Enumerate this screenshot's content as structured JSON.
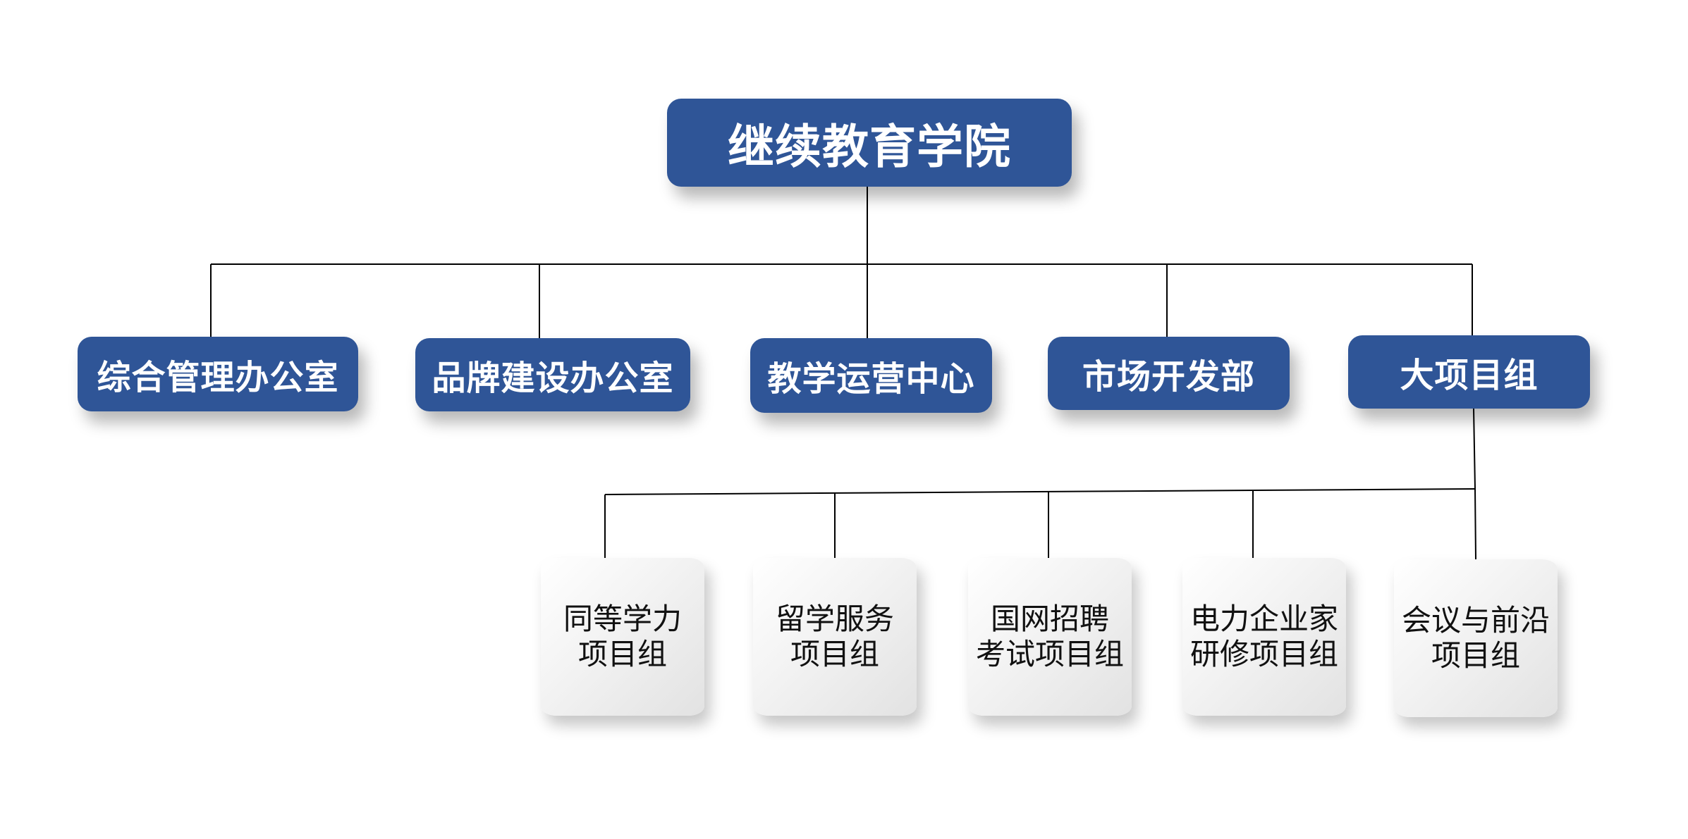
{
  "org_chart": {
    "root": {
      "label": "继续教育学院"
    },
    "departments": [
      {
        "id": "general-office",
        "label": "综合管理办公室"
      },
      {
        "id": "brand-office",
        "label": "品牌建设办公室"
      },
      {
        "id": "teaching-center",
        "label": "教学运营中心"
      },
      {
        "id": "marketing-dept",
        "label": "市场开发部"
      },
      {
        "id": "major-projects",
        "label": "大项目组"
      }
    ],
    "project_groups": {
      "parent": "大项目组",
      "items": [
        {
          "id": "equivalent-degree",
          "lines": [
            "同等学力",
            "项目组"
          ]
        },
        {
          "id": "study-abroad",
          "lines": [
            "留学服务",
            "项目组"
          ]
        },
        {
          "id": "state-grid-exam",
          "lines": [
            "国网招聘",
            "考试项目组"
          ]
        },
        {
          "id": "power-entrepreneur",
          "lines": [
            "电力企业家",
            "研修项目组"
          ]
        },
        {
          "id": "conference-frontier",
          "lines": [
            "会议与前沿",
            "项目组"
          ]
        }
      ]
    }
  },
  "colors": {
    "primary_box": "#2f5597",
    "primary_text": "#ffffff",
    "secondary_box": "#f2f2f2",
    "secondary_text": "#111111",
    "connector": "#000000"
  }
}
